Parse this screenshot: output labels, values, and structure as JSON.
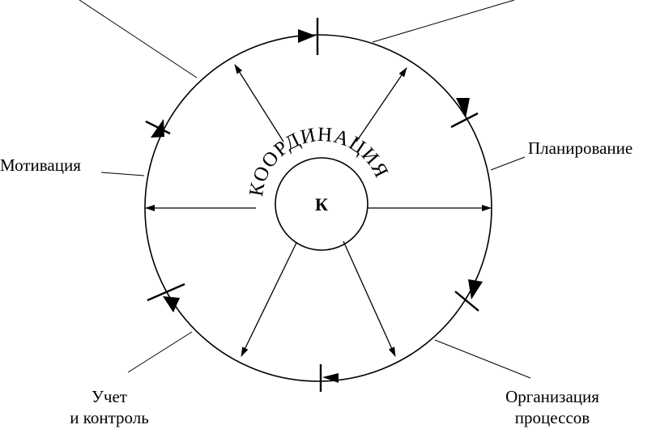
{
  "center": {
    "label": "К"
  },
  "ring": {
    "label": "КООРДИНАЦИЯ"
  },
  "functions": {
    "planning": "Планирование",
    "organization_line1": "Организация",
    "organization_line2": "процессов",
    "accounting_line1": "Учет",
    "accounting_line2": "и контроль",
    "motivation": "Мотивация"
  },
  "colors": {
    "ink": "#000000",
    "background": "#ffffff"
  }
}
